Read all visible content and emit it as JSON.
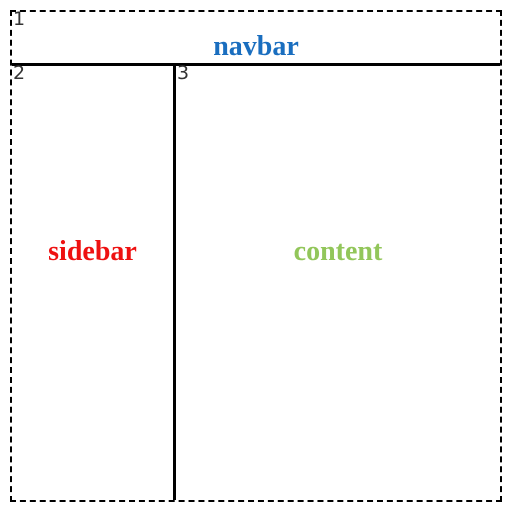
{
  "regions": {
    "navbar": {
      "number": "1",
      "label": "navbar",
      "color": "#1a6ebf"
    },
    "sidebar": {
      "number": "2",
      "label": "sidebar",
      "color": "#ee1111"
    },
    "content": {
      "number": "3",
      "label": "content",
      "color": "#92c65a"
    }
  }
}
